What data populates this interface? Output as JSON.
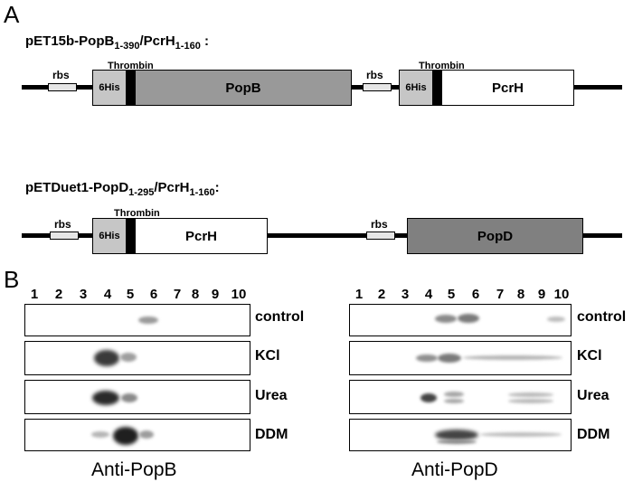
{
  "panel_a": {
    "letter": "A",
    "construct1": {
      "prefix": "pET15b-PopB",
      "sub1": "1-390",
      "mid": "/PcrH",
      "sub2": "1-160",
      "suffix": " :"
    },
    "construct2": {
      "prefix": "pETDuet1-PopD",
      "sub1": "1-295",
      "mid": "/PcrH",
      "sub2": "1-160",
      "suffix": ":"
    },
    "labels": {
      "rbs": "rbs",
      "thrombin": "Thrombin",
      "his": "6His",
      "popb": "PopB",
      "pcrh": "PcrH",
      "popd": "PopD"
    },
    "colors": {
      "popb_fill": "#999999",
      "popd_fill": "#808080",
      "pcrh_fill": "#ffffff",
      "his_fill": "#c6c6c6"
    }
  },
  "panel_b": {
    "letter": "B",
    "lanes": [
      "1",
      "2",
      "3",
      "4",
      "5",
      "6",
      "7",
      "8",
      "9",
      "10"
    ],
    "conditions": [
      "control",
      "KCl",
      "Urea",
      "DDM"
    ],
    "left_antibody": "Anti-PopB",
    "right_antibody": "Anti-PopD"
  }
}
